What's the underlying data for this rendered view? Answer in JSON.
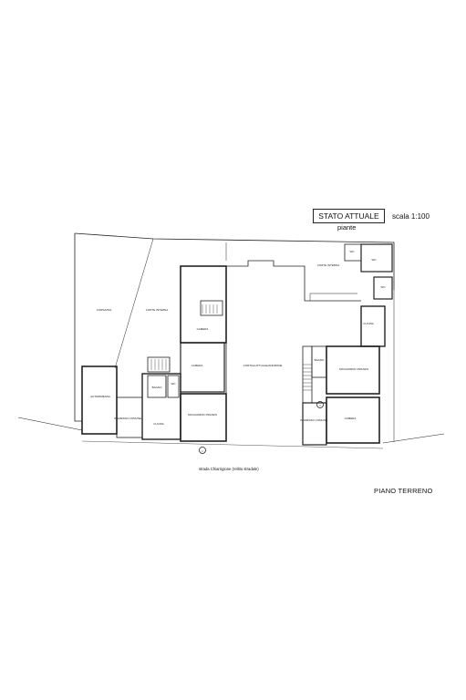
{
  "header": {
    "title": "STATO ATTUALE",
    "scale": "scala 1:100",
    "subtitle": "piante"
  },
  "footer": {
    "street": "strada Chiarrigione (relitto stradale)",
    "floor": "PIANO TERRENO"
  },
  "rooms": [
    "CORSA/INA",
    "CORTE INTERNA",
    "CAMERA",
    "CAMERA",
    "CORTILE ATTUALE/ANDRONE",
    "CORTE INTERNA",
    "WC",
    "WC",
    "WC",
    "CUCINA",
    "BAGNO",
    "SOGGIORNO PRANZO",
    "CAMERA",
    "INGRESSO COMUNE",
    "BAGNO",
    "WC",
    "CUCINA",
    "SOGGIORNO PRANZO",
    "INGRESSO COMUNE",
    "AUTORIMESSA"
  ],
  "markers": [
    "1",
    "1"
  ],
  "colors": {
    "line": "#222222",
    "background": "#ffffff"
  }
}
